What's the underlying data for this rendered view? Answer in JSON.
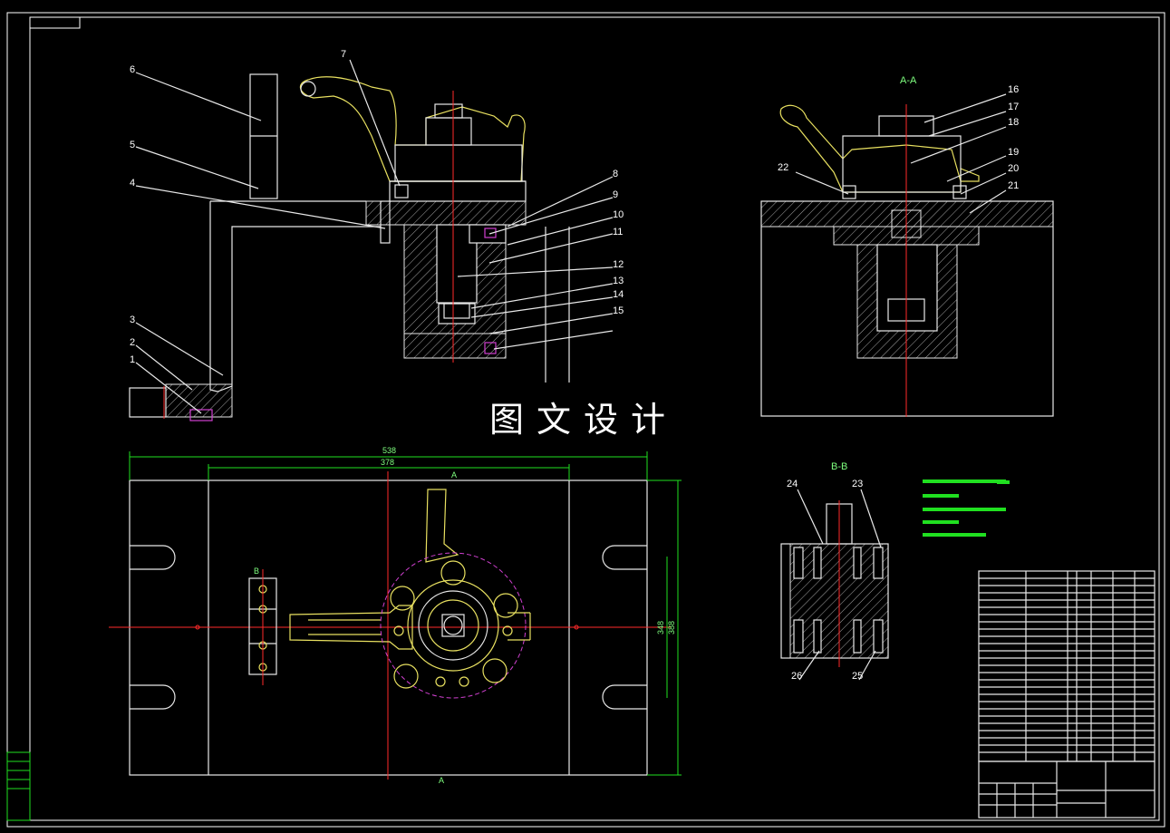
{
  "watermark": "图文设计",
  "sections": {
    "aa": "A-A",
    "bb": "B-B"
  },
  "dimensions": {
    "overall_width": "538",
    "inner_width": "378",
    "overall_height": "388",
    "inner_height": "348"
  },
  "section_marks": {
    "a_top": "A",
    "a_bottom": "A",
    "b_mark": "B"
  },
  "leaders": [
    "1",
    "2",
    "3",
    "4",
    "5",
    "6",
    "7",
    "8",
    "9",
    "10",
    "11",
    "12",
    "13",
    "14",
    "15",
    "16",
    "17",
    "18",
    "19",
    "20",
    "21",
    "22",
    "23",
    "24",
    "25",
    "26"
  ],
  "colors": {
    "background": "#000000",
    "outline": "#e8e8e8",
    "part": "#e8e060",
    "center": "#ff2a2a",
    "dimension": "#20e020",
    "pitch": "#d040d0"
  }
}
